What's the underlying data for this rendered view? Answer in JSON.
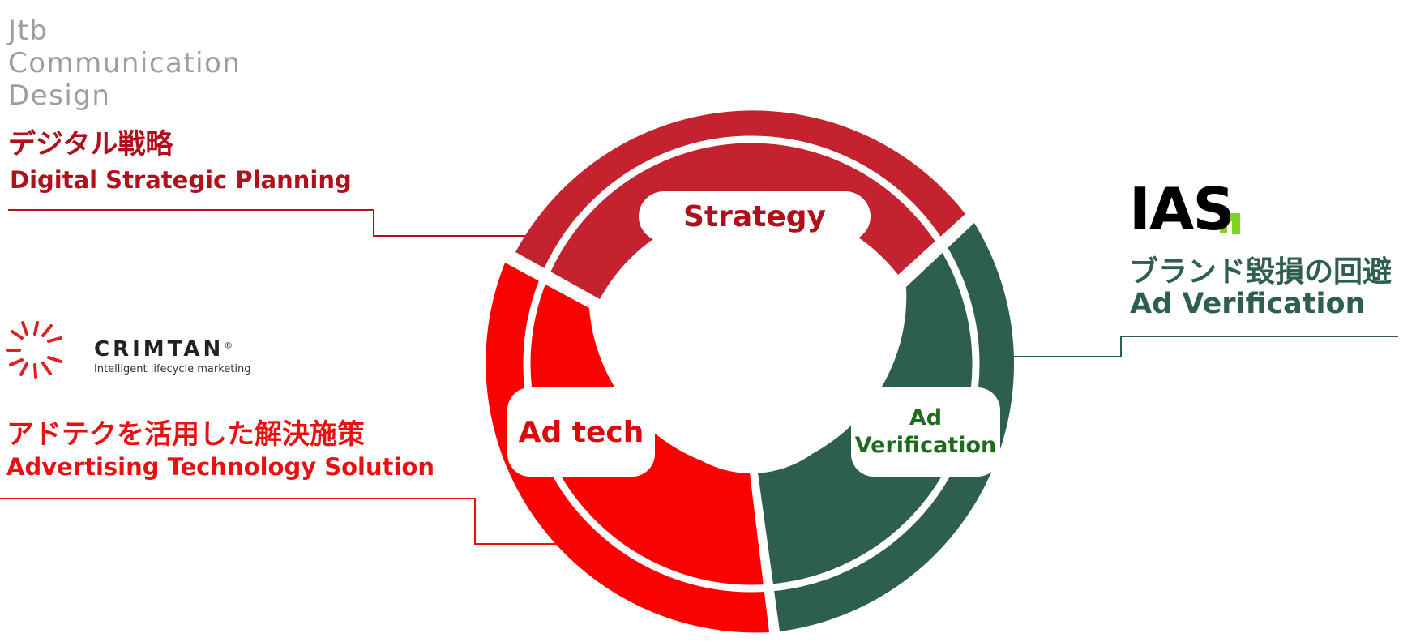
{
  "logos": {
    "jtb": {
      "line1": "Jtb",
      "line2": "Communication",
      "line3": "Design"
    },
    "crimtan": {
      "name": "CRIMTAN",
      "registered": "®",
      "tagline": "Intelligent lifecycle marketing",
      "icon": "crimtan-starburst-icon"
    },
    "ias": {
      "name": "IAS",
      "icon": "ias-corner-mark-icon"
    }
  },
  "left_top": {
    "jp": "デジタル戦略",
    "en": "Digital Strategic Planning"
  },
  "left_bottom": {
    "jp": "アドテクを活用した解決施策",
    "en": "Advertising Technology  Solution"
  },
  "right": {
    "jp": "ブランド毀損の回避",
    "en": "Ad Verification"
  },
  "ring": {
    "strategy": "Strategy",
    "adtech": "Ad tech",
    "adver_line1": "Ad",
    "adver_line2": "Verification"
  },
  "colors": {
    "strategy_segment": "#c4222f",
    "adtech_segment": "#fa0202",
    "adver_segment": "#2e5e4e",
    "dark_red_text": "#b0101c",
    "bright_red_text": "#e81010",
    "dark_green_text": "#2e5e4e",
    "ias_accent": "#7ed321"
  }
}
